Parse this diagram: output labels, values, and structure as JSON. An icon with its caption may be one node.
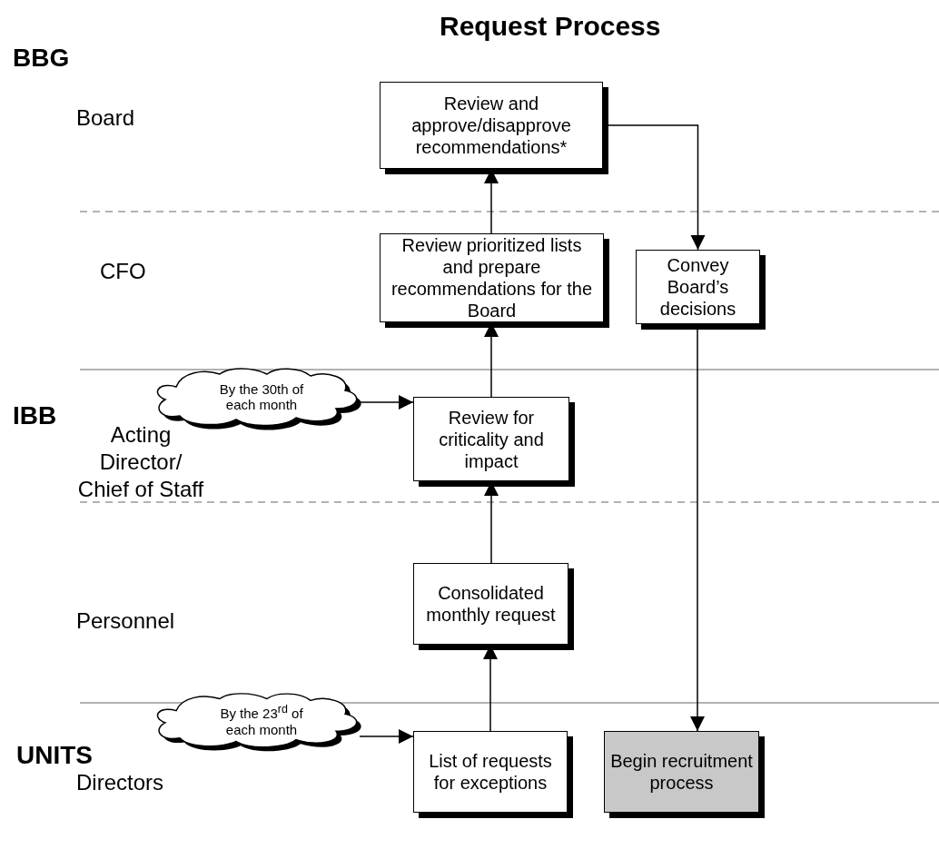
{
  "diagram": {
    "title": "Request Process",
    "nodes": [
      {
        "text": [
          "Review and approve/disapprove recommendations*"
        ]
      },
      {
        "text": [
          "Review prioritized lists and prepare recommendations for the Board"
        ]
      },
      {
        "text": [
          "Convey Board’s decisions"
        ]
      },
      {
        "text": [
          "Review for criticality and impact"
        ]
      },
      {
        "text": [
          "Consolidated monthly request"
        ]
      },
      {
        "text": [
          "List of requests for exceptions"
        ]
      },
      {
        "text": [
          "Begin recruitment process"
        ]
      },
      {
        "text": [
          "By the 30th of each month"
        ]
      },
      {
        "text": [
          "By the 23$^{rd}$ of each month"
        ]
      }
    ],
    "edges": [
      {
        "from": 5,
        "to": 4,
        "arrow": "to"
      },
      {
        "from": 4,
        "to": 3,
        "arrow": "to"
      },
      {
        "from": 3,
        "to": 1,
        "arrow": "to"
      },
      {
        "from": 1,
        "to": 0,
        "arrow": "to"
      },
      {
        "from": 0,
        "to": 2,
        "arrow": "to"
      },
      {
        "from": 2,
        "to": 6,
        "arrow": "to"
      },
      {
        "from": 7,
        "to": 3,
        "arrow": "to"
      },
      {
        "from": 8,
        "to": 5,
        "arrow": "to"
      }
    ],
    "labels": [
      "BBG",
      "Board",
      "CFO",
      "IBB",
      "Acting Director/ Chief of Staff",
      "Personnel",
      "UNITS",
      "Directors"
    ]
  }
}
